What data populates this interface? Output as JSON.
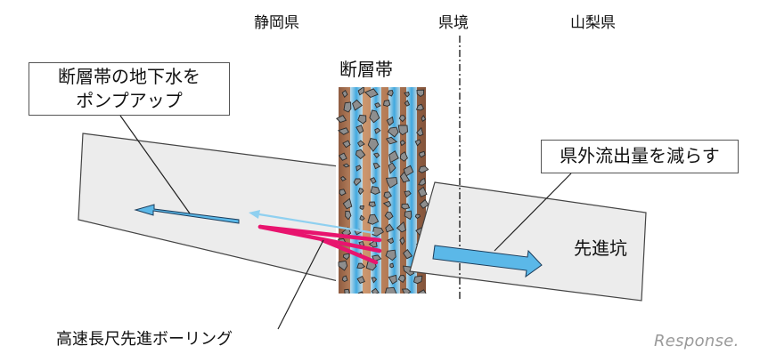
{
  "regions": {
    "shizuoka": "静岡県",
    "border": "県境",
    "yamanashi": "山梨県"
  },
  "labels": {
    "fault_zone": "断層帯",
    "pump_line1": "断層帯の地下水を",
    "pump_line2": "ポンプアップ",
    "reduce_outflow": "県外流出量を減らす",
    "pilot_tunnel": "先進坑",
    "boring": "高速長尺先進ボーリング"
  },
  "watermark": "Response.",
  "colors": {
    "tunnel_fill": "#ececec",
    "water_arrow": "#5bb8e8",
    "boring_pink": "#e8146e",
    "fault_brown": "#8a4a26",
    "fault_blue": "#4fb3e6"
  }
}
